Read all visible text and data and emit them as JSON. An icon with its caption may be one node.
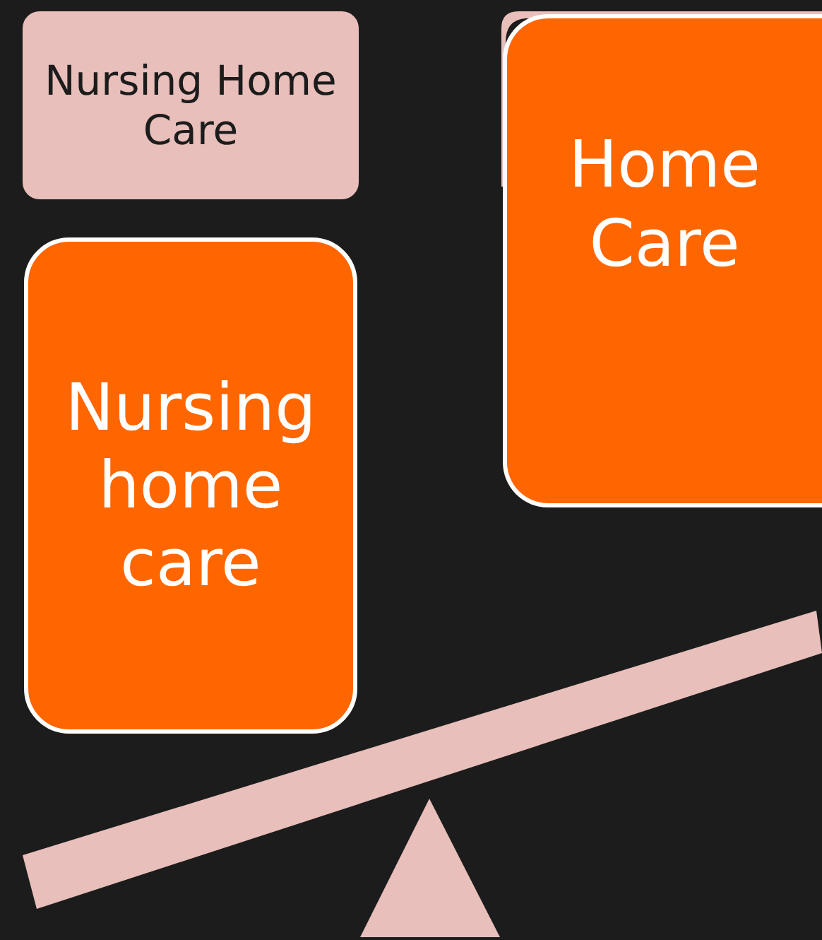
{
  "diagram": {
    "nodes": [
      {
        "text": [
          "Nursing Home Care"
        ]
      },
      {
        "text": [
          "Nursing home care"
        ]
      },
      {
        "text": [
          "Home Care"
        ]
      }
    ]
  }
}
